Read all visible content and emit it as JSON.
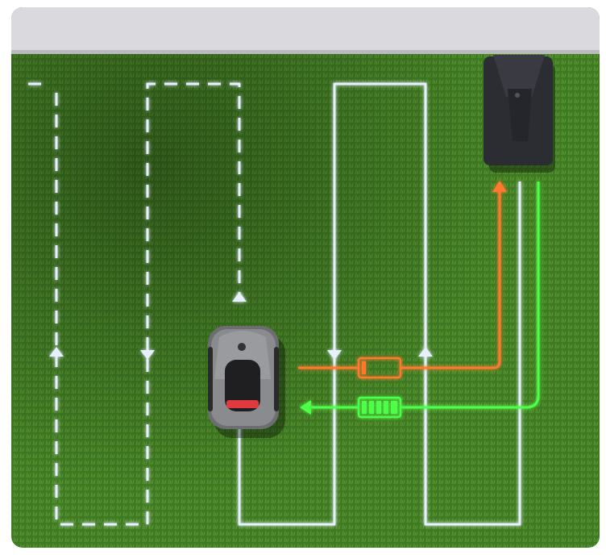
{
  "scene": {
    "subject": "robot-lawn-mower",
    "colors": {
      "grass": "#3f7a22",
      "path_blue": "#dbe9ff",
      "path_glow": "#5aa0ff",
      "return_orange": "#ff7a2e",
      "charge_green": "#4dff4a",
      "mower_body": "#6d6e72",
      "mower_accent": "#e0393e",
      "station": "#2c2d33",
      "wall": "#d9d9de"
    },
    "icons": [
      "low-battery-icon",
      "full-battery-icon",
      "arrow-up-icon",
      "arrow-down-icon",
      "arrow-left-icon"
    ],
    "battery_low_level": 0.1,
    "battery_full_level": 1.0
  }
}
